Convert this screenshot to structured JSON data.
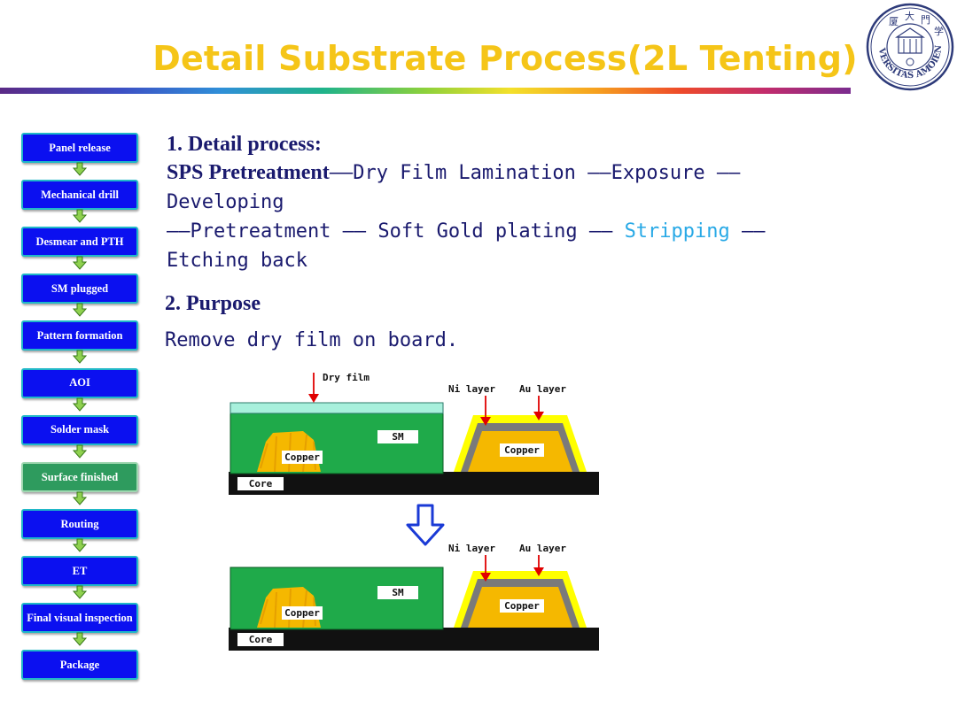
{
  "title": "Detail Substrate Process(2L Tenting)",
  "flow_steps": [
    {
      "label": "Panel release",
      "active": false
    },
    {
      "label": "Mechanical drill",
      "active": false
    },
    {
      "label": "Desmear and PTH",
      "active": false
    },
    {
      "label": "SM plugged",
      "active": false
    },
    {
      "label": "Pattern formation",
      "active": false
    },
    {
      "label": "AOI",
      "active": false
    },
    {
      "label": "Solder mask",
      "active": false
    },
    {
      "label": "Surface finished",
      "active": true
    },
    {
      "label": "Routing",
      "active": false
    },
    {
      "label": "ET",
      "active": false
    },
    {
      "label": "Final visual inspection",
      "active": false
    },
    {
      "label": "Package",
      "active": false
    }
  ],
  "section1": {
    "heading": "1. Detail process:",
    "line1_bold": "SPS Pretreatment",
    "line1_rest": "——Dry Film Lamination ——Exposure ——",
    "line2": "Developing",
    "line3_a": "——Pretreatment —— Soft Gold plating —— ",
    "line3_highlight": "Stripping",
    "line3_b": " ——",
    "line4": "Etching back"
  },
  "section2": {
    "heading": "2. Purpose",
    "text": "Remove dry film on board."
  },
  "diagram": {
    "top": {
      "dry_film_label": "Dry film",
      "ni_label": "Ni layer",
      "au_label": "Au layer",
      "sm_label": "SM",
      "copper_left_label": "Copper",
      "copper_right_label": "Copper",
      "core_label": "Core"
    },
    "bottom": {
      "ni_label": "Ni layer",
      "au_label": "Au layer",
      "sm_label": "SM",
      "copper_left_label": "Copper",
      "copper_right_label": "Copper",
      "core_label": "Core"
    }
  },
  "colors": {
    "title": "#f5c518",
    "step_fill": "#0b10f0",
    "step_active_fill": "#2e9b5e",
    "text": "#1a1a6e",
    "highlight": "#28a9e6",
    "solder_mask": "#1faa4a",
    "copper": "#f5b800",
    "nickel": "#7a7a7a",
    "gold": "#ffff00",
    "dry_film": "#a8f0dc",
    "core": "#111111"
  },
  "logo_text": "UNIVERSITAS AMOIENSIS"
}
